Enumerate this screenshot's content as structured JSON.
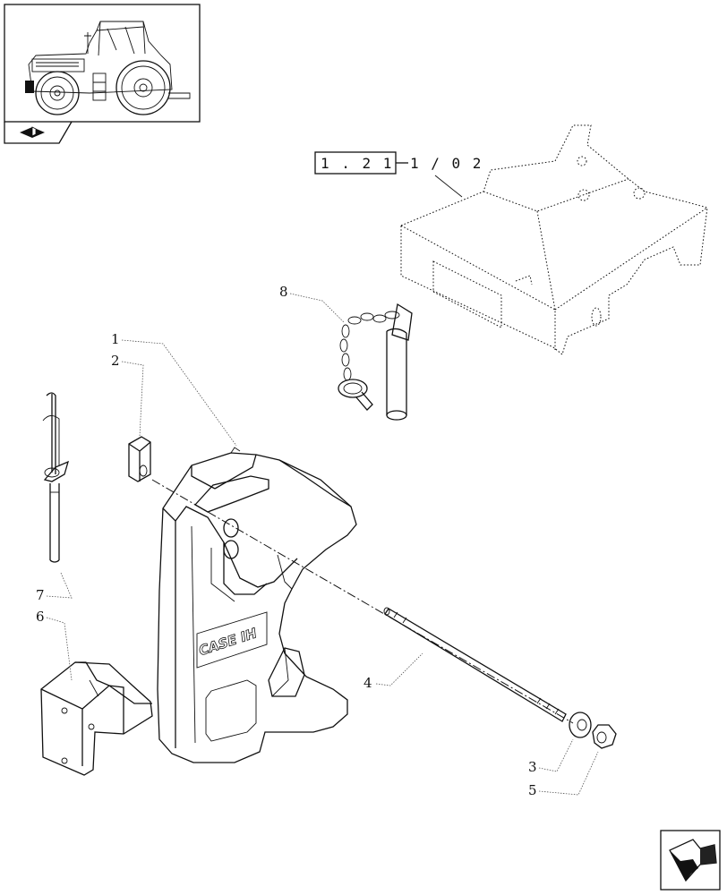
{
  "reference": {
    "section": "1 . 2 1",
    "sheet": "1 / 0 2"
  },
  "callouts": [
    "1",
    "2",
    "3",
    "4",
    "5",
    "6",
    "7",
    "8"
  ],
  "logo_text": "CASE IH",
  "icons": {
    "thumbnail": "tractor-thumbnail-icon",
    "section_marker": "book-section-icon",
    "navigation": "next-page-arrow-icon"
  },
  "colors": {
    "line": "#111111",
    "background": "#ffffff"
  }
}
